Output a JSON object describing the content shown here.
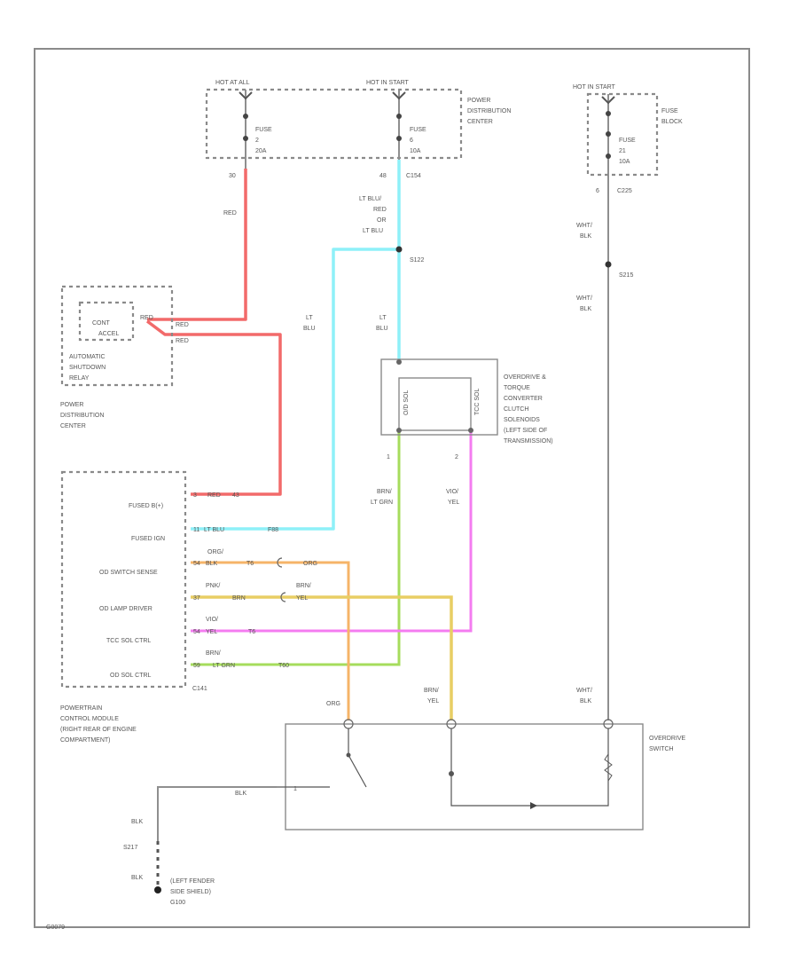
{
  "fuse_pdc": {
    "hot_at_all": "HOT AT ALL",
    "hot_in_start": "HOT IN START",
    "fuse_a": [
      "FUSE",
      "2",
      "20A"
    ],
    "fuse_b": [
      "FUSE",
      "6",
      "10A"
    ],
    "label": [
      "POWER",
      "DISTRIBUTION",
      "CENTER"
    ],
    "pin_left": "30",
    "pin_right": "48",
    "conn_right": "C154"
  },
  "fuse_block": {
    "hot_in_start": "HOT IN START",
    "fuse": [
      "FUSE",
      "21",
      "10A"
    ],
    "label": [
      "FUSE",
      "BLOCK"
    ],
    "pin": "6",
    "conn": "C225"
  },
  "wires": {
    "red_top": "RED",
    "ltblu_stack": [
      "LT BLU/",
      "RED",
      "OR",
      "LT BLU"
    ],
    "splice_s122": "S122",
    "lt_blu_left": [
      "LT",
      "BLU"
    ],
    "lt_blu_right": [
      "LT",
      "BLU"
    ],
    "wht_blk_top": [
      "WHT/",
      "BLK"
    ],
    "splice_s215": "S215",
    "wht_blk_mid": [
      "WHT/",
      "BLK"
    ],
    "brn_ltgrn": [
      "BRN/",
      "LT GRN"
    ],
    "vio_yel": [
      "VIO/",
      "YEL"
    ],
    "org": "ORG",
    "brn_yel": [
      "BRN/",
      "YEL"
    ],
    "wht_blk_bot": [
      "WHT/",
      "BLK"
    ],
    "blk_ground": "BLK",
    "blk_top": "BLK",
    "s217": "S217",
    "blk_bottom": "BLK"
  },
  "asd_relay": {
    "cont": "CONT",
    "accel": "ACCEL",
    "red1": "RED",
    "red2": "RED",
    "red3": "RED",
    "label": [
      "AUTOMATIC",
      "SHUTDOWN",
      "RELAY"
    ],
    "pdc_label": [
      "POWER",
      "DISTRIBUTION",
      "CENTER"
    ]
  },
  "solenoid": {
    "label": [
      "OVERDRIVE &",
      "TORQUE",
      "CONVERTER",
      "CLUTCH",
      "SOLENOIDS",
      "(LEFT SIDE OF",
      "TRANSMISSION)"
    ],
    "pin1": "1",
    "pin2": "2",
    "od_sol": "O/D SOL",
    "tcc_sol": "TCC SOL"
  },
  "pcm": {
    "rows": [
      {
        "label": "FUSED B(+)",
        "pin": "3",
        "wire": "RED",
        "extra": "43",
        "above": "",
        "mid": "",
        "mid_above": ""
      },
      {
        "label": "FUSED IGN",
        "pin": "11",
        "wire": "LT BLU",
        "extra": "F88",
        "above": "",
        "mid": "",
        "mid_above": ""
      },
      {
        "label": "OD SWITCH SENSE",
        "pin": "54",
        "wire": "BLK",
        "extra": "T6",
        "above": "ORG/",
        "mid": "ORG",
        "mid_above": ""
      },
      {
        "label": "OD LAMP DRIVER",
        "pin": "37",
        "wire": "BRN",
        "extra": "",
        "above": "PNK/",
        "mid": "YEL",
        "mid_above": "BRN/"
      },
      {
        "label": "TCC SOL CTRL",
        "pin": "54",
        "wire": "YEL",
        "extra": "T6",
        "above": "VIO/",
        "mid": "",
        "mid_above": ""
      },
      {
        "label": "OD SOL CTRL",
        "pin": "59",
        "wire": "LT GRN",
        "extra": "T60",
        "above": "BRN/",
        "mid": "",
        "mid_above": ""
      }
    ],
    "conn": "C141",
    "label": [
      "POWERTRAIN",
      "CONTROL MODULE",
      "(RIGHT REAR OF ENGINE",
      "COMPARTMENT)"
    ]
  },
  "od_switch": {
    "label": [
      "OVERDRIVE",
      "SWITCH"
    ],
    "blk_terminal": "BLK",
    "contact": "1"
  },
  "ground": {
    "label": [
      "(LEFT FENDER",
      "SIDE SHIELD)",
      "G100"
    ]
  },
  "footer": {
    "code": "G0079"
  },
  "colors": {
    "red": "#f26a6a",
    "lt_blu": "#8ef0f8",
    "lt_grn": "#a6dc5c",
    "vio": "#f47cf0",
    "org": "#f6b468",
    "yel": "#e8ce64",
    "gray": "#8f8f8f"
  }
}
